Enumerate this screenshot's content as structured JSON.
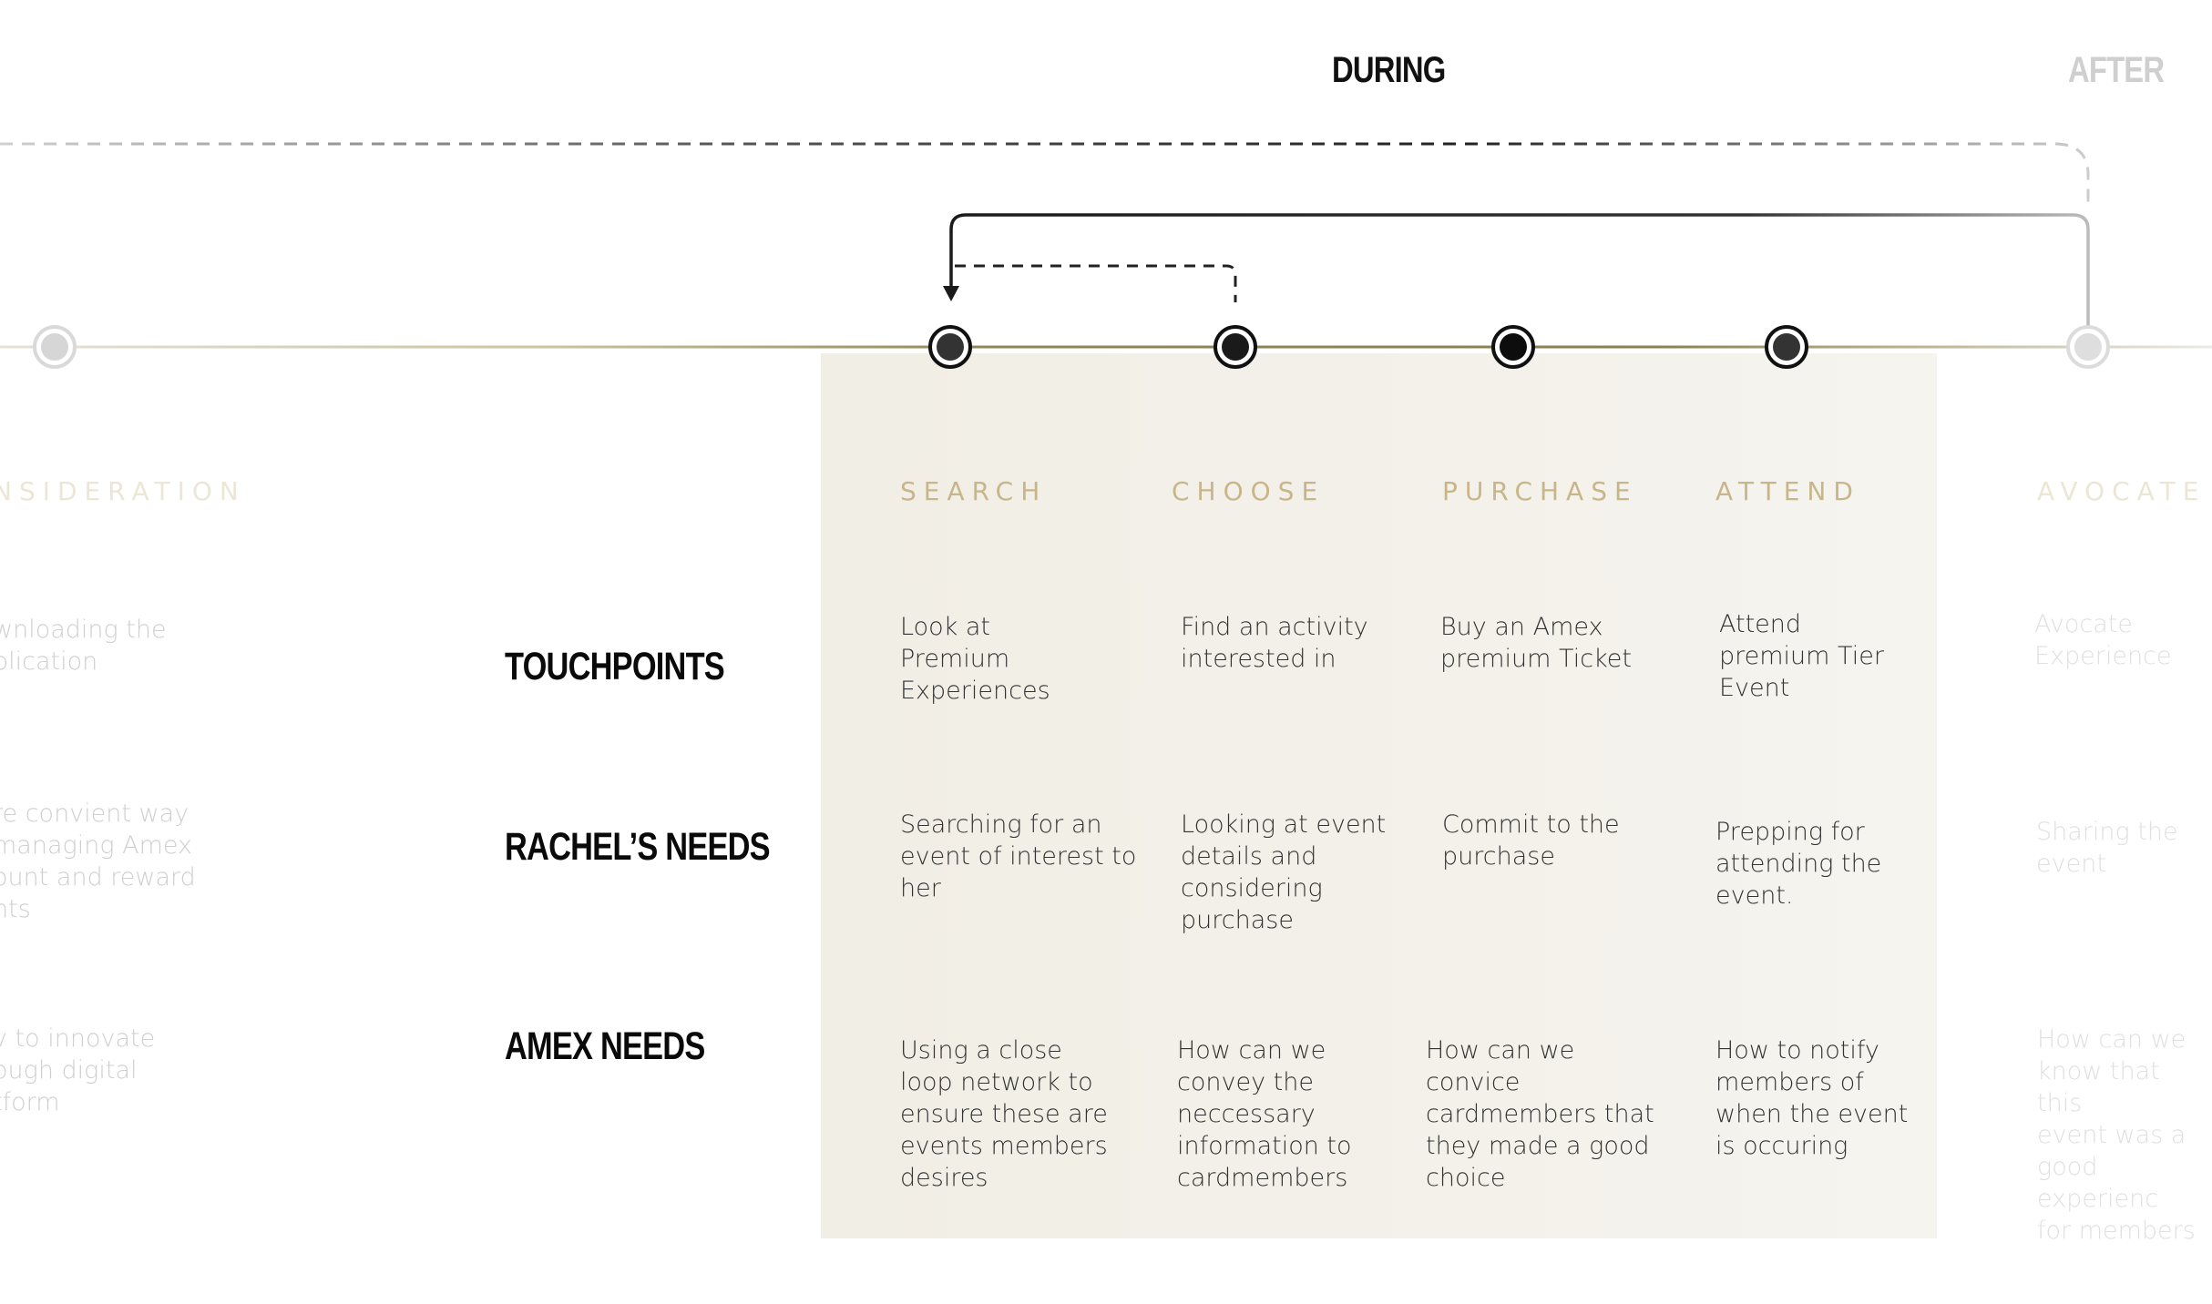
{
  "phases": {
    "during": "DURING",
    "after": "AFTER"
  },
  "stages": {
    "consideration": "NSIDERATION",
    "search": "SEARCH",
    "choose": "CHOOSE",
    "purchase": "PURCHASE",
    "attend": "ATTEND",
    "avocate": "AVOCATE"
  },
  "rows": {
    "touchpoints": "TOUCHPOINTS",
    "rachels_needs": "RACHEL’S NEEDS",
    "amex_needs": "AMEX NEEDS"
  },
  "touchpoints": {
    "consideration": "wnloading the\nplication",
    "search": "Look at\nPremium\nExperiences",
    "choose": "Find an activity\ninterested in",
    "purchase": "Buy an Amex\npremium Ticket",
    "attend": "Attend\npremium Tier\nEvent",
    "avocate": "Avocate\nExperience"
  },
  "rachels_needs": {
    "consideration": "re convient way\nmanaging Amex\nount and reward\nnts",
    "search": "Searching for an\nevent of interest to\nher",
    "choose": "Looking at event\ndetails and\nconsidering\npurchase",
    "purchase": "Commit to the\npurchase",
    "attend": "Prepping for\nattending the\nevent.",
    "avocate": "Sharing the\nevent"
  },
  "amex_needs": {
    "consideration": "v to innovate\nough digital\ntform",
    "search": "Using a close\nloop network to\nensure these are\nevents members\ndesires",
    "choose": "How can we\nconvey the\nneccessary\ninformation to\ncardmembers",
    "purchase": "How can we\nconvice\ncardmembers that\nthey made a good\nchoice",
    "attend": "How to notify\nmembers of\nwhen the event\nis occuring",
    "avocate": "How can we\nknow that this\nevent was a\ngood experienc\nfor members"
  },
  "colors": {
    "band": "#f2efe7",
    "timeline": "#8a8150",
    "stage_label": "#c8b68a",
    "active_node": "#111111",
    "inactive_node": "#d6d6d6"
  }
}
